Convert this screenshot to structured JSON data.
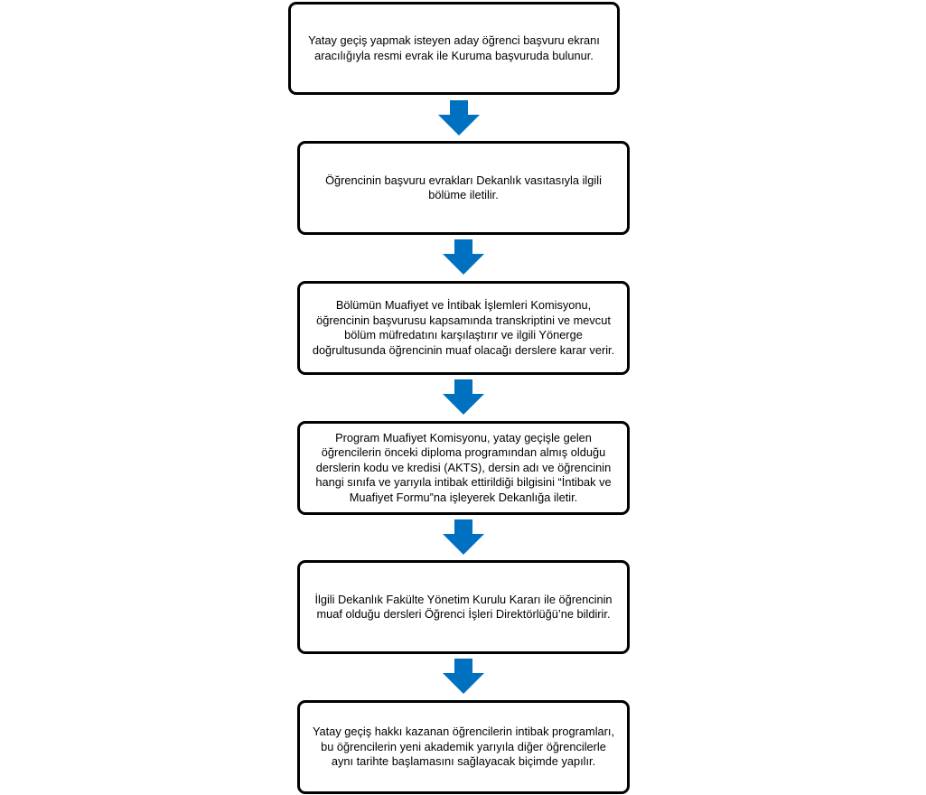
{
  "flowchart": {
    "arrow_color": "#0070C0",
    "box_border_color": "#000000",
    "steps": [
      {
        "text": "Yatay geçiş yapmak isteyen aday öğrenci başvuru ekranı aracılığıyla resmi evrak ile Kuruma başvuruda bulunur."
      },
      {
        "text": "Öğrencinin başvuru evrakları Dekanlık vasıtasıyla ilgili bölüme iletilir."
      },
      {
        "text": "Bölümün Muafiyet ve İntibak İşlemleri Komisyonu, öğrencinin başvurusu kapsamında transkriptini ve mevcut bölüm müfredatını karşılaştırır ve ilgili Yönerge doğrultusunda öğrencinin muaf olacağı derslere karar verir."
      },
      {
        "text": "Program Muafiyet Komisyonu, yatay geçişle gelen öğrencilerin önceki diploma programından almış olduğu derslerin kodu ve kredisi (AKTS), dersin adı ve öğrencinin hangi sınıfa ve yarıyıla intibak ettirildiği bilgisini “İntibak ve Muafiyet Formu”na işleyerek Dekanlığa iletir."
      },
      {
        "text": "İlgili Dekanlık Fakülte Yönetim Kurulu Kararı ile öğrencinin muaf olduğu dersleri Öğrenci İşleri Direktörlüğü’ne bildirir."
      },
      {
        "text": "Yatay geçiş hakkı kazanan öğrencilerin intibak programları, bu öğrencilerin yeni akademik yarıyıla diğer öğrencilerle aynı tarihte başlamasını sağlayacak biçimde yapılır."
      }
    ]
  }
}
